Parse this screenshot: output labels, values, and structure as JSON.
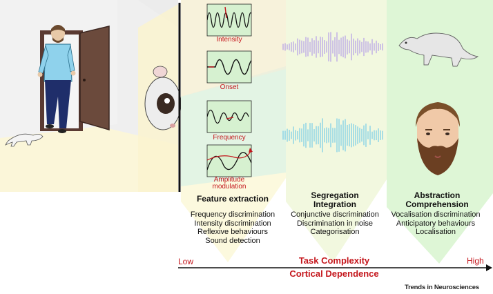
{
  "colors": {
    "accent_red": "#c4161c",
    "wave_purple": "#b9a6e6",
    "wave_blue": "#7fd0e8",
    "panel_green": "#d8f2cf",
    "panel_yellow": "#fbf6d7"
  },
  "wave_labels": {
    "intensity": "Intensity",
    "onset": "Onset",
    "frequency": "Frequency",
    "amplitude_1": "Amplitude",
    "amplitude_2": "modulation"
  },
  "stages": [
    {
      "title_1": "Feature extraction",
      "title_2": "",
      "items": [
        "Frequency discrimination",
        "Intensity discrimination",
        "Reflexive behaviours",
        "Sound detection"
      ]
    },
    {
      "title_1": "Segregation",
      "title_2": "Integration",
      "items": [
        "Conjunctive discrimination",
        "Discrimination in noise",
        "Categorisation"
      ]
    },
    {
      "title_1": "Abstraction",
      "title_2": "Comprehension",
      "items": [
        "Vocalisation discrimination",
        "Anticipatory behaviours",
        "Localisation"
      ]
    }
  ],
  "axis": {
    "low": "Low",
    "high": "High",
    "title_1": "Task Complexity",
    "title_2": "Cortical Dependence"
  },
  "credit": "Trends in Neurosciences"
}
